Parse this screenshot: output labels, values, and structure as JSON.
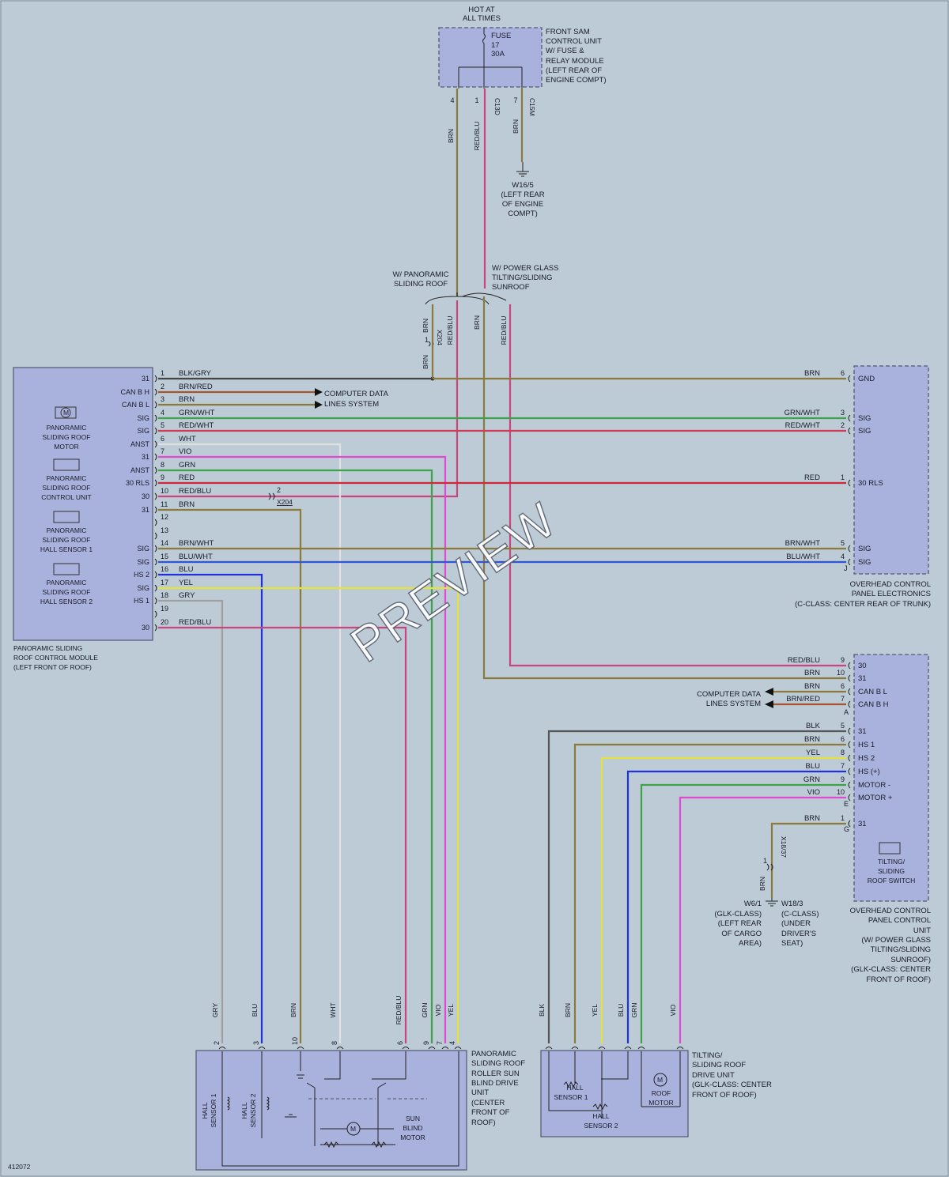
{
  "power": {
    "hot_label": [
      "HOT AT",
      "ALL TIMES"
    ],
    "fuse_label": [
      "FUSE",
      "17",
      "30A"
    ],
    "sam_label": [
      "FRONT SAM",
      "CONTROL UNIT",
      "W/ FUSE &",
      "RELAY MODULE",
      "(LEFT REAR OF",
      "ENGINE COMPT)"
    ],
    "pins": [
      "4",
      "1",
      "7"
    ],
    "connectors": [
      "C13D",
      "C15M"
    ],
    "wire_colors": [
      "BRN",
      "RED/BLU",
      "BRN"
    ],
    "ground_label": [
      "W16/5",
      "(LEFT REAR",
      "OF ENGINE",
      "COMPT)"
    ]
  },
  "splice": {
    "left_label": [
      "W/ PANORAMIC",
      "SLIDING ROOF"
    ],
    "right_label": [
      "W/ POWER GLASS",
      "TILTING/SLIDING",
      "SUNROOF"
    ],
    "conn": "X204",
    "pin_top": "1",
    "colors": [
      "BRN",
      "RED/BLU",
      "BRN",
      "RED/BLU",
      "BRN"
    ]
  },
  "module": {
    "name": [
      "PANORAMIC SLIDING",
      "ROOF CONTROL MODULE",
      "(LEFT FRONT OF ROOF)"
    ],
    "components": [
      {
        "label": [
          "PANORAMIC",
          "SLIDING ROOF",
          "MOTOR"
        ],
        "icon": "motor-icon"
      },
      {
        "label": [
          "PANORAMIC",
          "SLIDING ROOF",
          "CONTROL UNIT"
        ],
        "icon": "component-icon"
      },
      {
        "label": [
          "PANORAMIC",
          "SLIDING ROOF",
          "HALL SENSOR 1"
        ],
        "icon": "component-icon"
      },
      {
        "label": [
          "PANORAMIC",
          "SLIDING ROOF",
          "HALL SENSOR 2"
        ],
        "icon": "component-icon"
      }
    ],
    "pins": [
      {
        "num": "1",
        "fn": "31",
        "color": "BLK/GRY"
      },
      {
        "num": "2",
        "fn": "CAN B H",
        "color": "BRN/RED"
      },
      {
        "num": "3",
        "fn": "CAN B L",
        "color": "BRN"
      },
      {
        "num": "4",
        "fn": "SIG",
        "color": "GRN/WHT"
      },
      {
        "num": "5",
        "fn": "SIG",
        "color": "RED/WHT"
      },
      {
        "num": "6",
        "fn": "ANST",
        "color": "WHT"
      },
      {
        "num": "7",
        "fn": "31",
        "color": "VIO"
      },
      {
        "num": "8",
        "fn": "ANST",
        "color": "GRN"
      },
      {
        "num": "9",
        "fn": "30 RLS",
        "color": "RED"
      },
      {
        "num": "10",
        "fn": "30",
        "color": "RED/BLU"
      },
      {
        "num": "11",
        "fn": "31",
        "color": "BRN"
      },
      {
        "num": "12",
        "fn": "",
        "color": ""
      },
      {
        "num": "13",
        "fn": "",
        "color": ""
      },
      {
        "num": "14",
        "fn": "SIG",
        "color": "BRN/WHT"
      },
      {
        "num": "15",
        "fn": "SIG",
        "color": "BLU/WHT"
      },
      {
        "num": "16",
        "fn": "HS 2",
        "color": "BLU"
      },
      {
        "num": "17",
        "fn": "SIG",
        "color": "YEL"
      },
      {
        "num": "18",
        "fn": "HS 1",
        "color": "GRY"
      },
      {
        "num": "19",
        "fn": "",
        "color": ""
      },
      {
        "num": "20",
        "fn": "30",
        "color": "RED/BLU"
      }
    ],
    "data_lines_label": [
      "COMPUTER DATA",
      "LINES SYSTEM"
    ],
    "x204_pin": "2",
    "x204_label": "X204"
  },
  "overhead_panel": {
    "name": [
      "OVERHEAD CONTROL",
      "PANEL ELECTRONICS",
      "(C-CLASS: CENTER REAR OF TRUNK)"
    ],
    "pins": [
      {
        "color": "BRN",
        "num": "6",
        "fn": "GND"
      },
      {
        "color": "GRN/WHT",
        "num": "3",
        "fn": "SIG"
      },
      {
        "color": "RED/WHT",
        "num": "2",
        "fn": "SIG"
      },
      {
        "color": "RED",
        "num": "1",
        "fn": "30 RLS"
      },
      {
        "color": "BRN/WHT",
        "num": "5",
        "fn": "SIG"
      },
      {
        "color": "BLU/WHT",
        "num": "4",
        "fn": "SIG"
      }
    ],
    "conn_letter": "J"
  },
  "overhead_unit": {
    "name": [
      "OVERHEAD CONTROL",
      "PANEL CONTROL",
      "UNIT",
      "(W/ POWER GLASS",
      "TILTING/SLIDING",
      "SUNROOF)",
      "(GLK-CLASS: CENTER",
      "FRONT OF ROOF)"
    ],
    "pins": [
      {
        "color": "RED/BLU",
        "num": "9",
        "fn": "30"
      },
      {
        "color": "BRN",
        "num": "10",
        "fn": "31"
      },
      {
        "color": "BRN",
        "num": "6",
        "fn": "CAN B L"
      },
      {
        "color": "BRN/RED",
        "num": "7",
        "fn": "CAN B H"
      },
      {
        "color": "BLK",
        "num": "5",
        "fn": "31"
      },
      {
        "color": "BRN",
        "num": "6",
        "fn": "HS 1"
      },
      {
        "color": "YEL",
        "num": "8",
        "fn": "HS 2"
      },
      {
        "color": "BLU",
        "num": "7",
        "fn": "HS (+)"
      },
      {
        "color": "GRN",
        "num": "9",
        "fn": "MOTOR -"
      },
      {
        "color": "VIO",
        "num": "10",
        "fn": "MOTOR +"
      },
      {
        "color": "BRN",
        "num": "1",
        "fn": "31"
      }
    ],
    "conn_letters": [
      "A",
      "E",
      "G"
    ],
    "data_lines_label": [
      "COMPUTER DATA",
      "LINES SYSTEM"
    ],
    "switch_label": [
      "TILTING/",
      "SLIDING",
      "ROOF SWITCH"
    ],
    "x18_label": "X18/37",
    "x18_pin": "1",
    "ground_wire": "BRN",
    "ground1": [
      "W6/1",
      "(GLK-CLASS)",
      "(LEFT REAR",
      "OF CARGO",
      "AREA)"
    ],
    "ground2": [
      "W18/3",
      "(C-CLASS)",
      "(UNDER",
      "DRIVER'S",
      "SEAT)"
    ]
  },
  "sun_blind": {
    "name": [
      "PANORAMIC",
      "SLIDING ROOF",
      "ROLLER SUN",
      "BLIND DRIVE",
      "UNIT",
      "(CENTER",
      "FRONT OF",
      "ROOF)"
    ],
    "pins": [
      "2",
      "3",
      "10",
      "8",
      "6",
      "9",
      "7",
      "4"
    ],
    "colors": [
      "GRY",
      "BLU",
      "BRN",
      "WHT",
      "RED/BLU",
      "GRN",
      "VIO",
      "YEL"
    ],
    "hall1": [
      "HALL",
      "SENSOR 1"
    ],
    "hall2": [
      "HALL",
      "SENSOR 2"
    ],
    "motor": [
      "SUN",
      "BLIND",
      "MOTOR"
    ]
  },
  "drive_unit": {
    "name": [
      "TILTING/",
      "SLIDING ROOF",
      "DRIVE UNIT",
      "(GLK-CLASS: CENTER",
      "FRONT OF ROOF)"
    ],
    "colors": [
      "BLK",
      "BRN",
      "YEL",
      "BLU",
      "GRN",
      "VIO"
    ],
    "hall1": [
      "HALL",
      "SENSOR 1"
    ],
    "hall2": [
      "HALL",
      "SENSOR 2"
    ],
    "motor": [
      "ROOF",
      "MOTOR"
    ]
  },
  "figure_id": "412072",
  "watermark": "PREVIEW"
}
